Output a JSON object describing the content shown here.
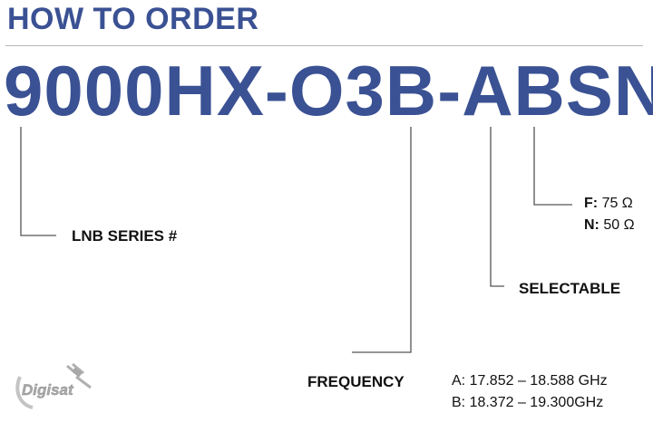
{
  "heading": "HOW TO ORDER",
  "part_number": "9000HX-O3B-ABSN",
  "callouts": {
    "series": {
      "label": "LNB SERIES #"
    },
    "frequency": {
      "label": "FREQUENCY",
      "options": [
        "A: 17.852 – 18.588 GHz",
        "B: 18.372 – 19.300GHz"
      ]
    },
    "selectable": {
      "label": "SELECTABLE"
    },
    "impedance": {
      "options": [
        {
          "code": "F:",
          "value": "75 Ω"
        },
        {
          "code": "N:",
          "value": "50 Ω"
        }
      ]
    }
  },
  "logo": {
    "text": "Digisat"
  },
  "colors": {
    "brand_blue": "#3a5193",
    "line_gray": "#555555"
  }
}
